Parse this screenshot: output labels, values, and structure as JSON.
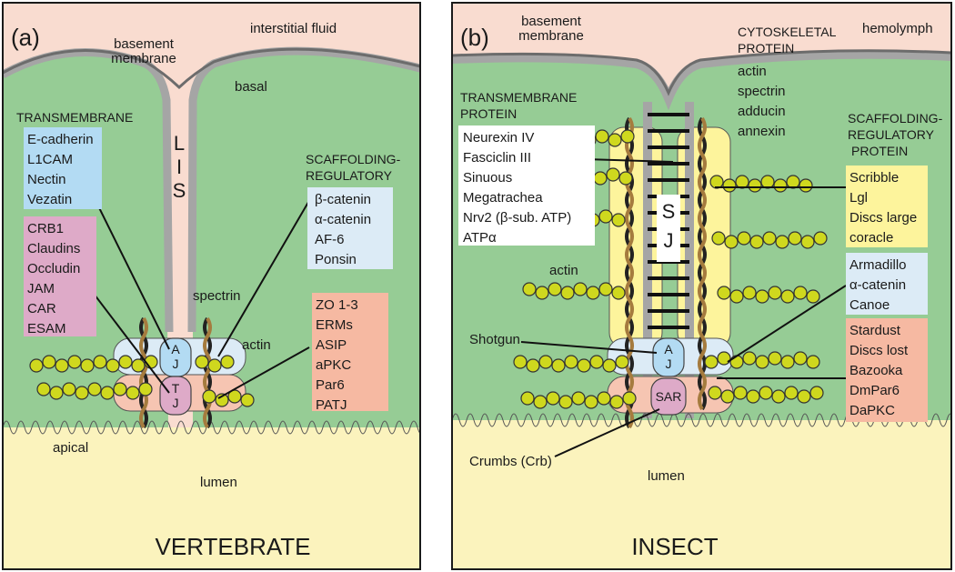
{
  "colors": {
    "interstitial": "#f9dcd0",
    "cytoplasm": "#96cc95",
    "lumen": "#fbf3bd",
    "membrane": "#a5a5a5",
    "blue_box": "#b3dbf3",
    "pink_box": "#deaac8",
    "salmon_box": "#f6b9a2",
    "light_blue_box": "#dcebf6",
    "yellow_box": "#fdf49c",
    "actin_bead": "#cfd81e"
  },
  "panel_a": {
    "tag": "(a)",
    "interstitial_fluid": "interstitial fluid",
    "basement_membrane": [
      "basement",
      "membrane"
    ],
    "basal": "basal",
    "lis": [
      "L",
      "I",
      "S"
    ],
    "transmembrane_heading": "TRANSMEMBRANE",
    "blue_box": [
      "E-cadherin",
      "L1CAM",
      "Nectin",
      "Vezatin"
    ],
    "pink_box": [
      "CRB1",
      "Claudins",
      "Occludin",
      "JAM",
      "CAR",
      "ESAM"
    ],
    "scaffolding_heading": [
      "SCAFFOLDING-",
      "REGULATORY"
    ],
    "light_blue_box": [
      "β-catenin",
      "α-catenin",
      "AF-6",
      "Ponsin"
    ],
    "salmon_box": [
      "ZO 1-3",
      "ERMs",
      "ASIP",
      "aPKC",
      "Par6",
      "PATJ"
    ],
    "spectrin": "spectrin",
    "actin": "actin",
    "aj": [
      "A",
      "J"
    ],
    "tj": [
      "T",
      "J"
    ],
    "apical": "apical",
    "lumen": "lumen",
    "title": "VERTEBRATE"
  },
  "panel_b": {
    "tag": "(b)",
    "basement_membrane": [
      "basement",
      "membrane"
    ],
    "hemolymph": "hemolymph",
    "cytoskeletal_heading": [
      "CYTOSKELETAL",
      "PROTEIN"
    ],
    "cytoskeletal_list": [
      "actin",
      "spectrin",
      "adducin",
      "annexin"
    ],
    "transmembrane_heading": [
      "TRANSMEMBRANE",
      "PROTEIN"
    ],
    "white_box": [
      "Neurexin IV",
      "Fasciclin III",
      "Sinuous",
      "Megatrachea",
      "Nrv2 (β-sub. ATP)",
      "ATPα"
    ],
    "scaffolding_heading": [
      "SCAFFOLDING-",
      "REGULATORY",
      "PROTEIN"
    ],
    "yellow_box": [
      "Scribble",
      "Lgl",
      "Discs large",
      "coracle"
    ],
    "light_blue_box": [
      "Armadillo",
      "α-catenin",
      "Canoe"
    ],
    "salmon_box": [
      "Stardust",
      "Discs lost",
      "Bazooka",
      "DmPar6",
      "DaPKC"
    ],
    "sj": [
      "S",
      "J"
    ],
    "actin": "actin",
    "shotgun": "Shotgun",
    "aj": [
      "A",
      "J"
    ],
    "sar": "SAR",
    "crumbs": "Crumbs (Crb)",
    "lumen": "lumen",
    "title": "INSECT"
  }
}
